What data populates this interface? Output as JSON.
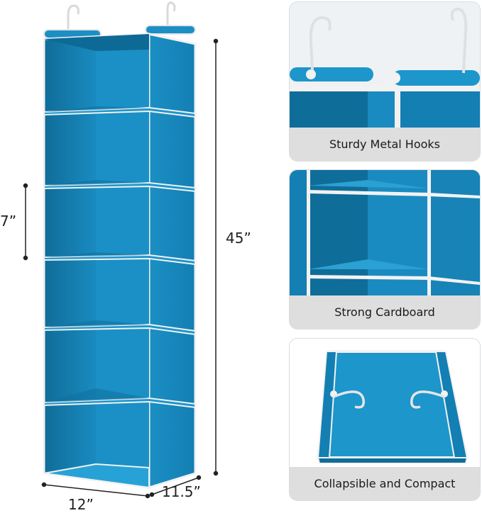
{
  "dimensions": {
    "width_label": "12”",
    "depth_label": "11.5”",
    "height_label": "45”",
    "shelf_label": "7”"
  },
  "features": [
    {
      "caption": "Sturdy Metal Hooks"
    },
    {
      "caption": "Strong Cardboard"
    },
    {
      "caption": "Collapsible and Compact"
    }
  ],
  "colors": {
    "fabric": "#1a8bc0",
    "fabric_dark": "#0f6f9c",
    "fabric_light": "#2ba0d2",
    "trim": "#f2f2f2",
    "caption_bg": "#dedede"
  }
}
